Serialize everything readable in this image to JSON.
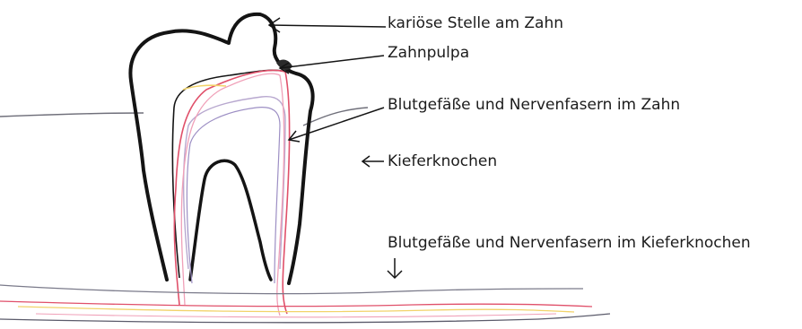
{
  "labels": {
    "caries": "kariöse Stelle am Zahn",
    "pulp": "Zahnpulpa",
    "tooth_vessels": "Blutgefäße  und  Nervenfasern im Zahn",
    "jawbone": "Kieferknochen",
    "bone_vessels": "Blutgefäße  und  Nervenfasern im Kieferknochen"
  },
  "colors": {
    "outline": "#141414",
    "vessel_red": "#e0506a",
    "vessel_pink": "#f0a0b8",
    "vessel_yellow": "#f2d36a",
    "nerve_purple": "#9d8fc4",
    "bone_line": "#7a7a8a"
  }
}
